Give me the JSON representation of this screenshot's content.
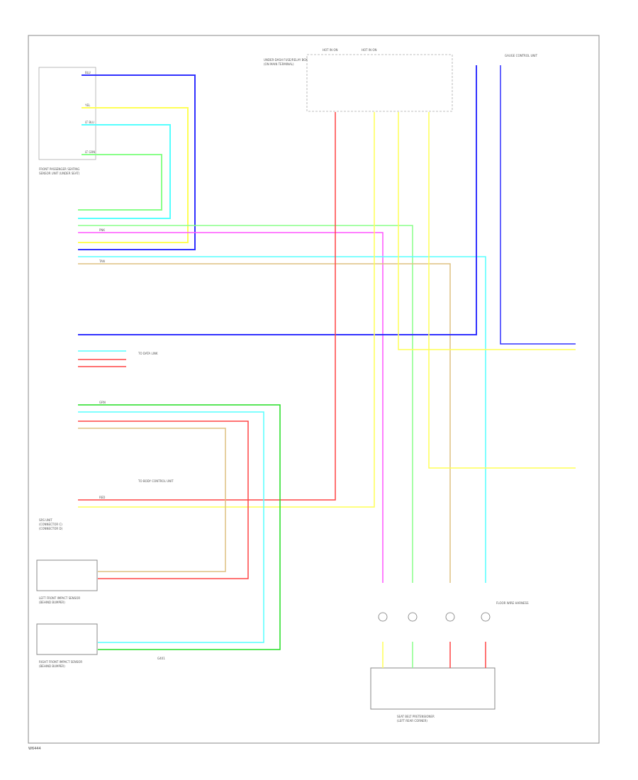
{
  "colors": {
    "blu": "#3030ff",
    "yel": "#ffff55",
    "ltblu": "#55ffff",
    "ltgrn": "#88ff88",
    "grn": "#22dd22",
    "pnk": "#ff55ff",
    "red": "#ff4444",
    "tan": "#ddc080",
    "border": "#888888"
  },
  "labels": {
    "footer": "W6444",
    "wire_blu": "BLU",
    "wire_yel": "YEL",
    "wire_ltblu": "LT BLU",
    "wire_ltgrn": "LT GRN",
    "wire_grn": "GRN",
    "wire_pnk": "PNK",
    "wire_red": "RED",
    "wire_tan": "TAN",
    "fuse_a": "HOT IN ON",
    "fuse_b": "HOT IN ON",
    "fuse_box": "UNDER-DASH FUSE/RELAY BOX",
    "fuse_box_2": "(ON MAIN TERMINAL)",
    "gauge": "GAUGE CONTROL UNIT",
    "module": "FRONT PASSENGER SEATING",
    "module_2": "SENSOR UNIT (UNDER SEAT)",
    "srs": "SRS UNIT",
    "srs_2": "(CONNECTOR C)",
    "srs_3": "(CONNECTOR D)",
    "left_sensor": "LEFT FRONT IMPACT SENSOR",
    "left_sensor_2": "(BEHIND BUMPER)",
    "right_sensor": "RIGHT FRONT IMPACT SENSOR",
    "right_sensor_2": "(BEHIND BUMPER)",
    "junction": "FLOOR WIRE HARNESS",
    "bottom_unit": "SEAT BELT PRETENSIONER",
    "bottom_unit_2": "(LEFT REAR CORNER)",
    "to_data": "TO DATA LINK",
    "to_body": "TO BODY CONTROL UNIT",
    "ground": "G401"
  }
}
